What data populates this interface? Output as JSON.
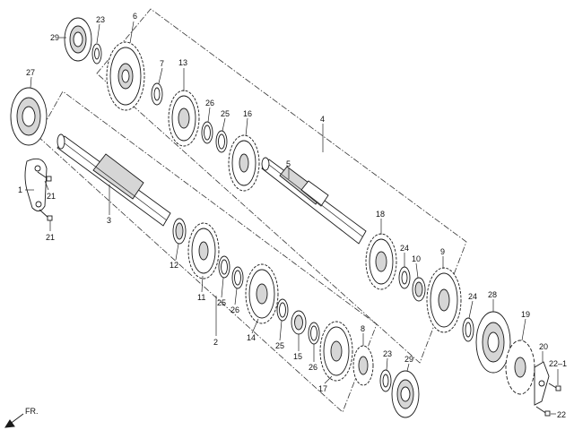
{
  "diagram": {
    "callouts": {
      "c1": "1",
      "c2": "2",
      "c3": "3",
      "c4": "4",
      "c5": "5",
      "c6": "6",
      "c7": "7",
      "c8": "8",
      "c9": "9",
      "c10": "10",
      "c11": "11",
      "c12": "12",
      "c13": "13",
      "c14": "14",
      "c15": "15",
      "c16": "16",
      "c17": "17",
      "c18": "18",
      "c19": "19",
      "c20": "20",
      "c21a": "21",
      "c21b": "21",
      "c22": "22",
      "c22_1": "22–1",
      "c23a": "23",
      "c23b": "23",
      "c24a": "24",
      "c24b": "24",
      "c25a": "25",
      "c25b": "25",
      "c25c": "25",
      "c26a": "26",
      "c26b": "26",
      "c26c": "26",
      "c27": "27",
      "c28": "28",
      "c29a": "29",
      "c29b": "29"
    },
    "front_marker": "FR.",
    "colors": {
      "line": "#1a1a1a",
      "shade": "#d6d6d6",
      "background": "#ffffff"
    }
  }
}
